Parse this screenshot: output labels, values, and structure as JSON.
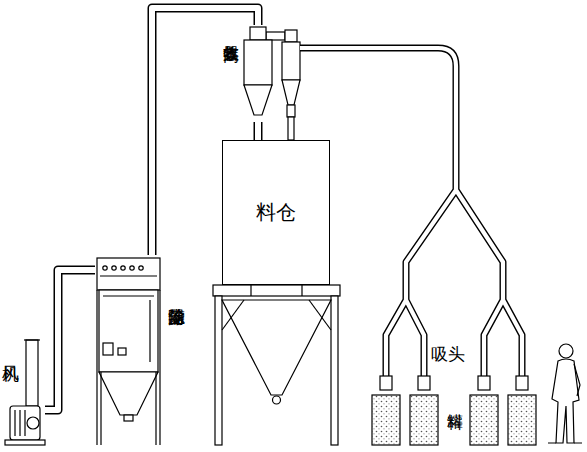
{
  "diagram": {
    "nodes": [
      {
        "text": [
          "风机"
        ]
      },
      {
        "text": [
          "滤筒除尘器"
        ]
      },
      {
        "text": [
          "高效收集器"
        ]
      },
      {
        "text": [
          "料仓"
        ]
      }
    ],
    "edges": [
      {
        "from": 0,
        "to": 1,
        "arrow": "none"
      },
      {
        "from": 1,
        "to": 2,
        "arrow": "none"
      },
      {
        "from": 2,
        "to": 3,
        "arrow": "none"
      }
    ],
    "labels": [
      "吸头",
      "料罐"
    ]
  }
}
